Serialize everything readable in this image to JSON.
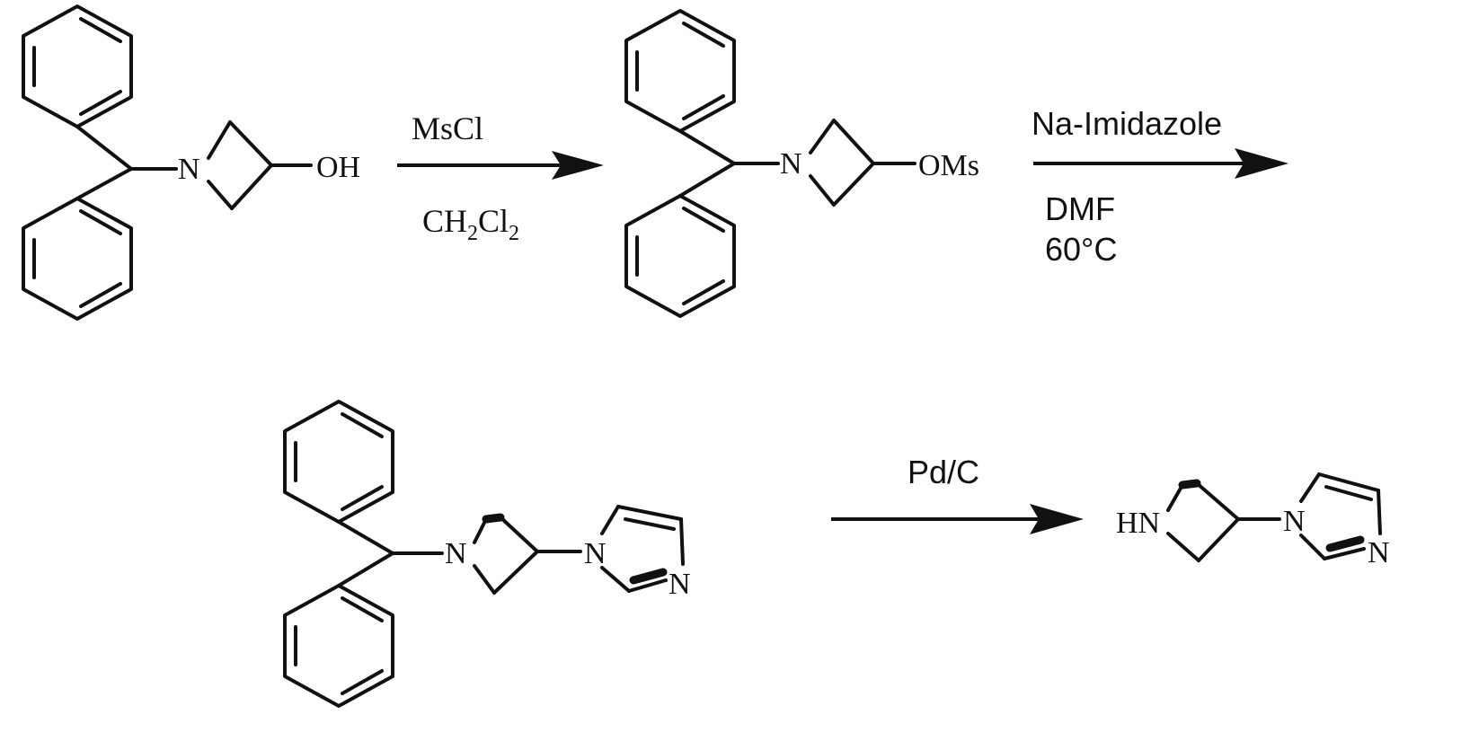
{
  "atoms": {
    "N": "N",
    "OH": "OH",
    "OMs": "OMs",
    "HN": "HN"
  },
  "reagents": {
    "step1_top": "MsCl",
    "step1_bottom_base": "CH",
    "step1_bottom_sub1": "2",
    "step1_bottom_mid": "Cl",
    "step1_bottom_sub2": "2",
    "step2_top": "Na-Imidazole",
    "step2_bottom_1": "DMF",
    "step2_bottom_2": "60°C",
    "step3_top": "Pd/C"
  }
}
